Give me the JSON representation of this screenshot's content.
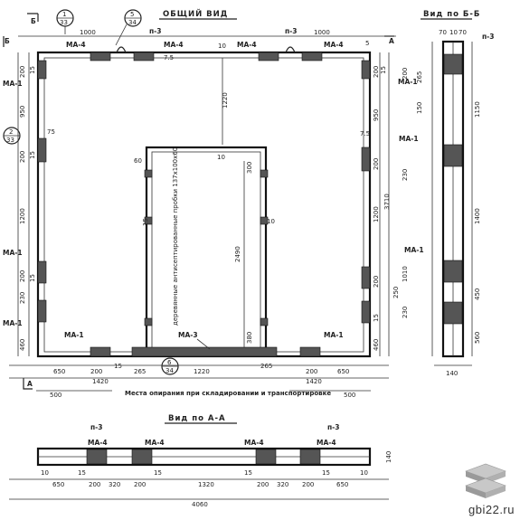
{
  "titles": {
    "general_view": "ОБЩИЙ ВИД",
    "view_bb": "Вид по Б-Б",
    "view_aa": "Вид по А-А"
  },
  "section_marks": {
    "b": "Б",
    "a": "А",
    "one": "1",
    "two": "2",
    "five": "5",
    "six": "6",
    "sheet33": "33",
    "sheet34": "34"
  },
  "marks": {
    "ma4": "МА-4",
    "ma1": "МА-1",
    "ma3": "МА-3",
    "p3": "п-3"
  },
  "notes": {
    "wood_plugs": "деревянные антисептированные пробки 137x100x60",
    "support_places": "Места опирания при складировании и транспортировке"
  },
  "dims": {
    "d1000": "1000",
    "d10": "10",
    "d5": "5",
    "d200": "200",
    "d15": "15",
    "d950": "950",
    "d75": "75",
    "d1200": "1200",
    "d230": "230",
    "d460": "460",
    "d1220": "1220",
    "d2490": "2490",
    "d300": "300",
    "d380": "380",
    "d650": "650",
    "d1420": "1420",
    "d265": "265",
    "d500": "500",
    "d3710": "3710",
    "d1150": "1150",
    "d1400": "1400",
    "d450": "450",
    "d560": "560",
    "d140": "140",
    "d70": "70",
    "d1320": "1320",
    "d320": "320",
    "d4060": "4060",
    "d60": "60",
    "d7_5": "7.5",
    "d150": "150",
    "d1010": "1010",
    "d250": "250"
  },
  "watermark": "gbi22.ru"
}
